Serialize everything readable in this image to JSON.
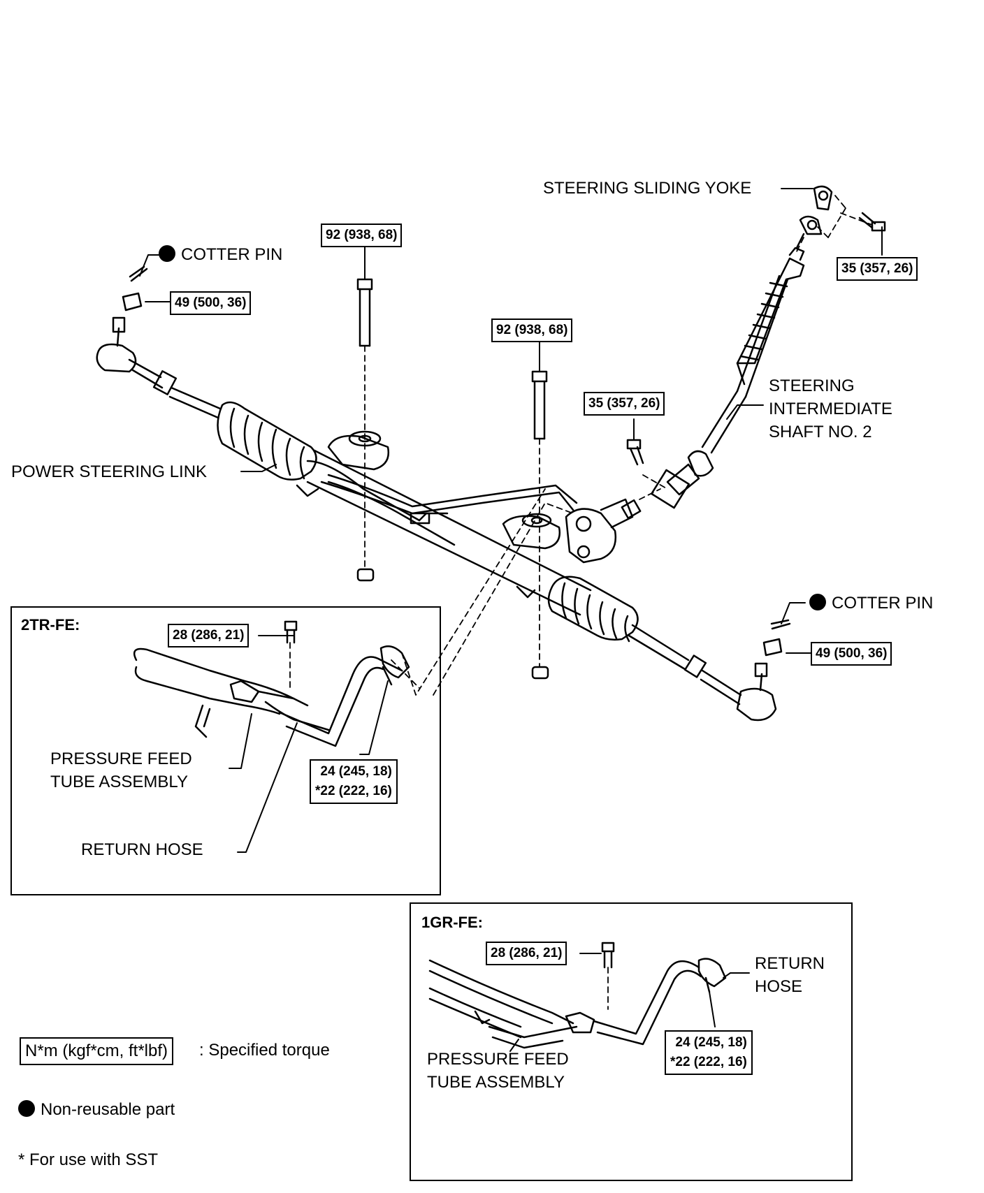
{
  "labels": {
    "cotter_pin_left": "COTTER PIN",
    "cotter_pin_right": "COTTER PIN",
    "steering_sliding_yoke": "STEERING SLIDING YOKE",
    "intermediate_shaft": [
      "STEERING",
      "INTERMEDIATE",
      "SHAFT NO. 2"
    ],
    "power_steering_link": "POWER STEERING LINK",
    "pressure_feed_tube_2tr": [
      "PRESSURE FEED",
      "TUBE ASSEMBLY"
    ],
    "return_hose_2tr": "RETURN HOSE",
    "return_hose_1gr": [
      "RETURN",
      "HOSE"
    ],
    "pressure_feed_tube_1gr": [
      "PRESSURE FEED",
      "TUBE ASSEMBLY"
    ]
  },
  "torques": {
    "tie_rod_nut_left": "49 (500, 36)",
    "rack_bolt_left": "92 (938, 68)",
    "rack_bolt_right": "92 (938, 68)",
    "yoke_bolt": "35 (357, 26)",
    "shaft_bolt": "35 (357, 26)",
    "tie_rod_nut_right": "49 (500, 36)",
    "clamp_bolt_2tr": "28 (286, 21)",
    "union_2tr": [
      "24 (245, 18)",
      "*22 (222, 16)"
    ],
    "clamp_bolt_1gr": "28 (286, 21)",
    "union_1gr": [
      "24 (245, 18)",
      "*22 (222, 16)"
    ]
  },
  "engines": {
    "inset_a": "2TR-FE:",
    "inset_b": "1GR-FE:"
  },
  "legend": {
    "torque_box": "N*m (kgf*cm, ft*lbf)",
    "torque_text": ": Specified torque",
    "non_reusable": "Non-reusable part",
    "sst": "* For use with SST"
  }
}
